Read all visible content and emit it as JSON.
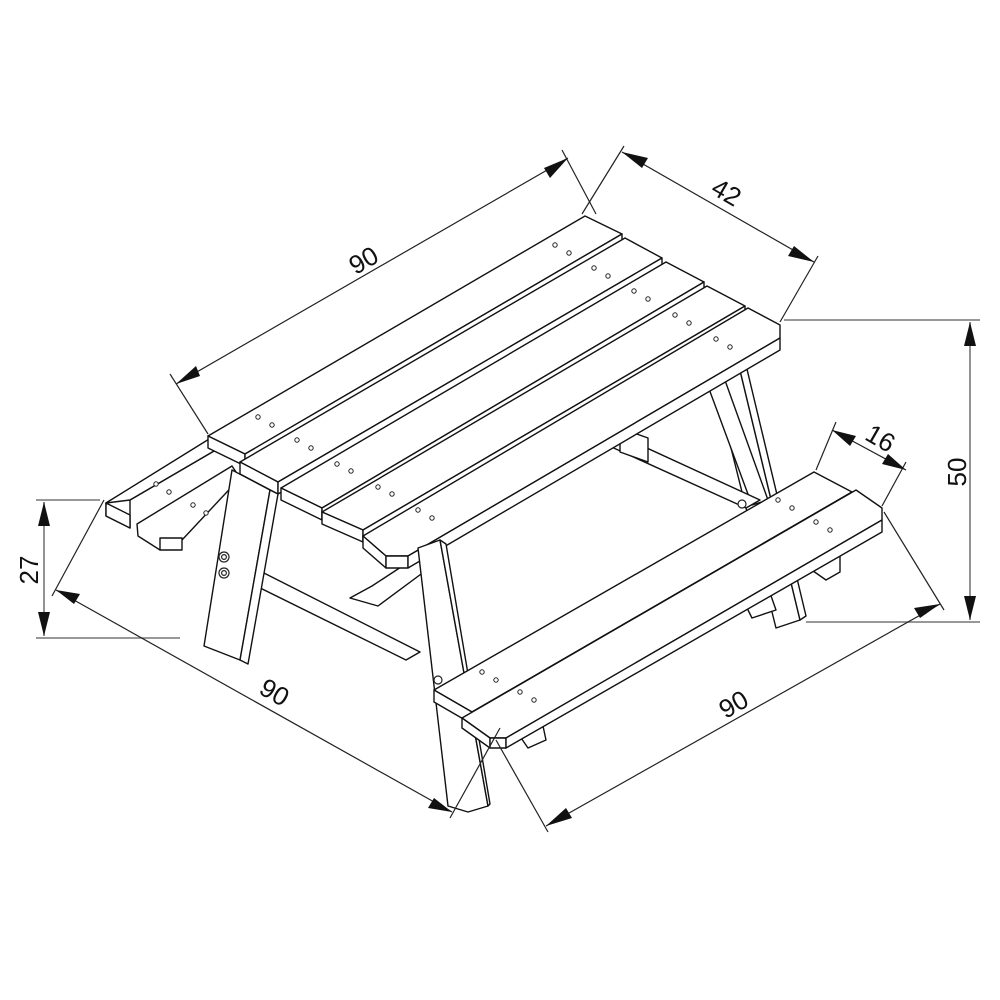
{
  "diagram": {
    "subject": "Children's picnic table with attached benches (isometric view)",
    "line_color": "#111111",
    "background": "#ffffff",
    "dimensions": {
      "top_length": {
        "value": "90",
        "label": "90"
      },
      "top_depth": {
        "value": "42",
        "label": "42"
      },
      "total_height": {
        "value": "50",
        "label": "50"
      },
      "bench_depth": {
        "value": "16",
        "label": "16"
      },
      "bench_height": {
        "value": "27",
        "label": "27"
      },
      "overall_width": {
        "value": "90",
        "label": "90"
      },
      "bench_length": {
        "value": "90",
        "label": "90"
      }
    },
    "parts": {
      "table_top_planks": 5,
      "bench_planks_per_side": 2,
      "benches": 2,
      "a_frame_legs": 2
    }
  }
}
